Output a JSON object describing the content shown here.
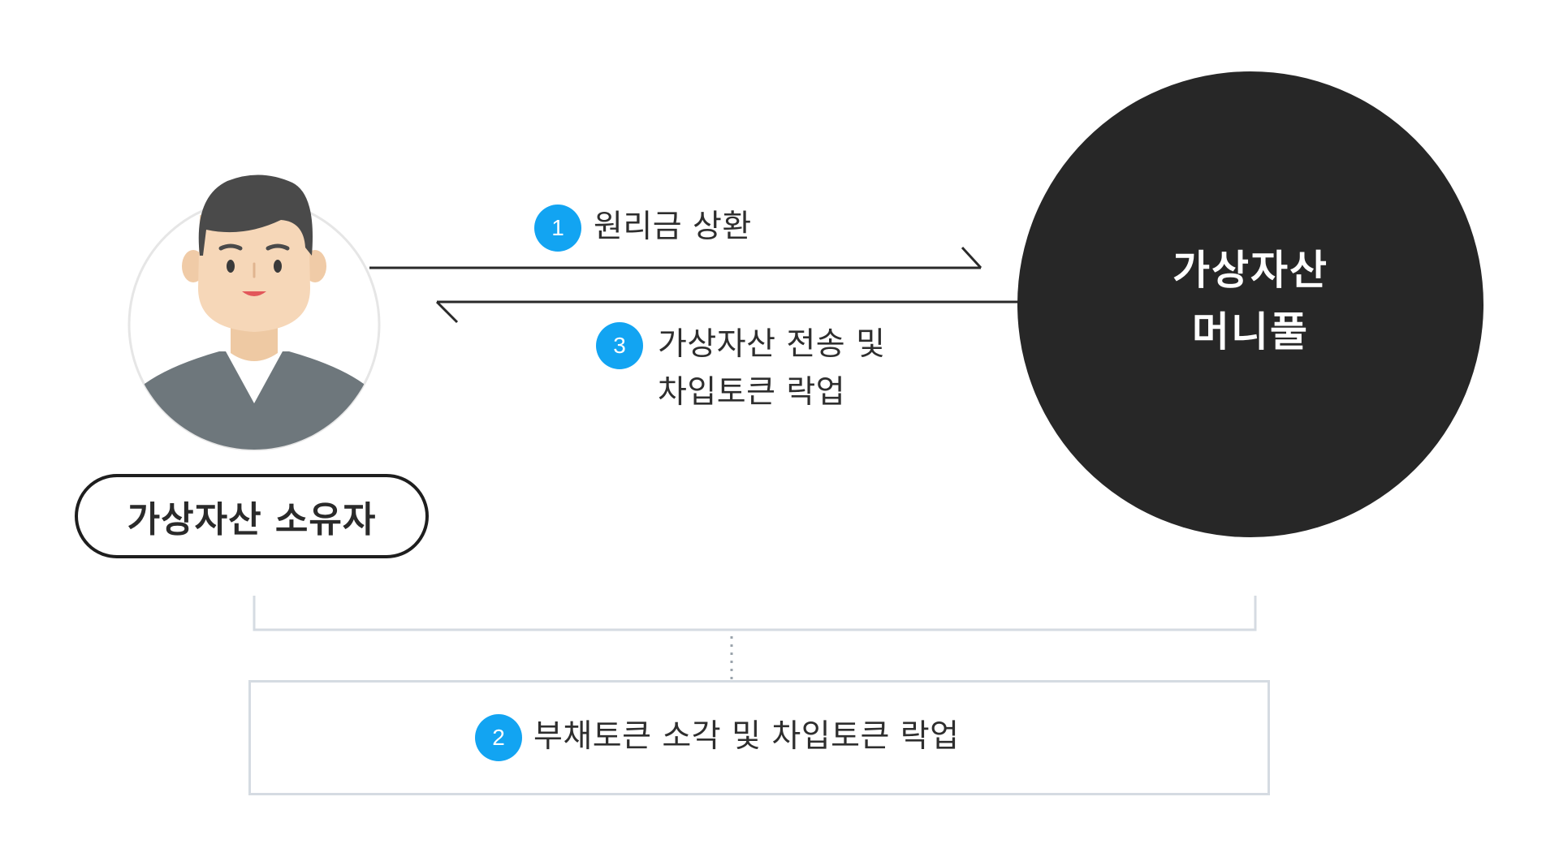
{
  "owner": {
    "label": "가상자산 소유자",
    "icon": "person-avatar-icon"
  },
  "pool": {
    "title_line1": "가상자산",
    "title_line2": "머니풀",
    "color": "#272727"
  },
  "steps": [
    {
      "number": "1",
      "lines": [
        "원리금 상환"
      ]
    },
    {
      "number": "2",
      "lines": [
        "부채토큰 소각 및 차입토큰 락업"
      ]
    },
    {
      "number": "3",
      "lines": [
        "가상자산 전송 및",
        "차입토큰 락업"
      ]
    }
  ],
  "colors": {
    "badge": "#12a4f2",
    "line": "#2a2a2a",
    "bracket": "#d5dbe2",
    "shirt": "#6e777c",
    "hair": "#4a4a4a",
    "skin": "#f6d7b8"
  }
}
